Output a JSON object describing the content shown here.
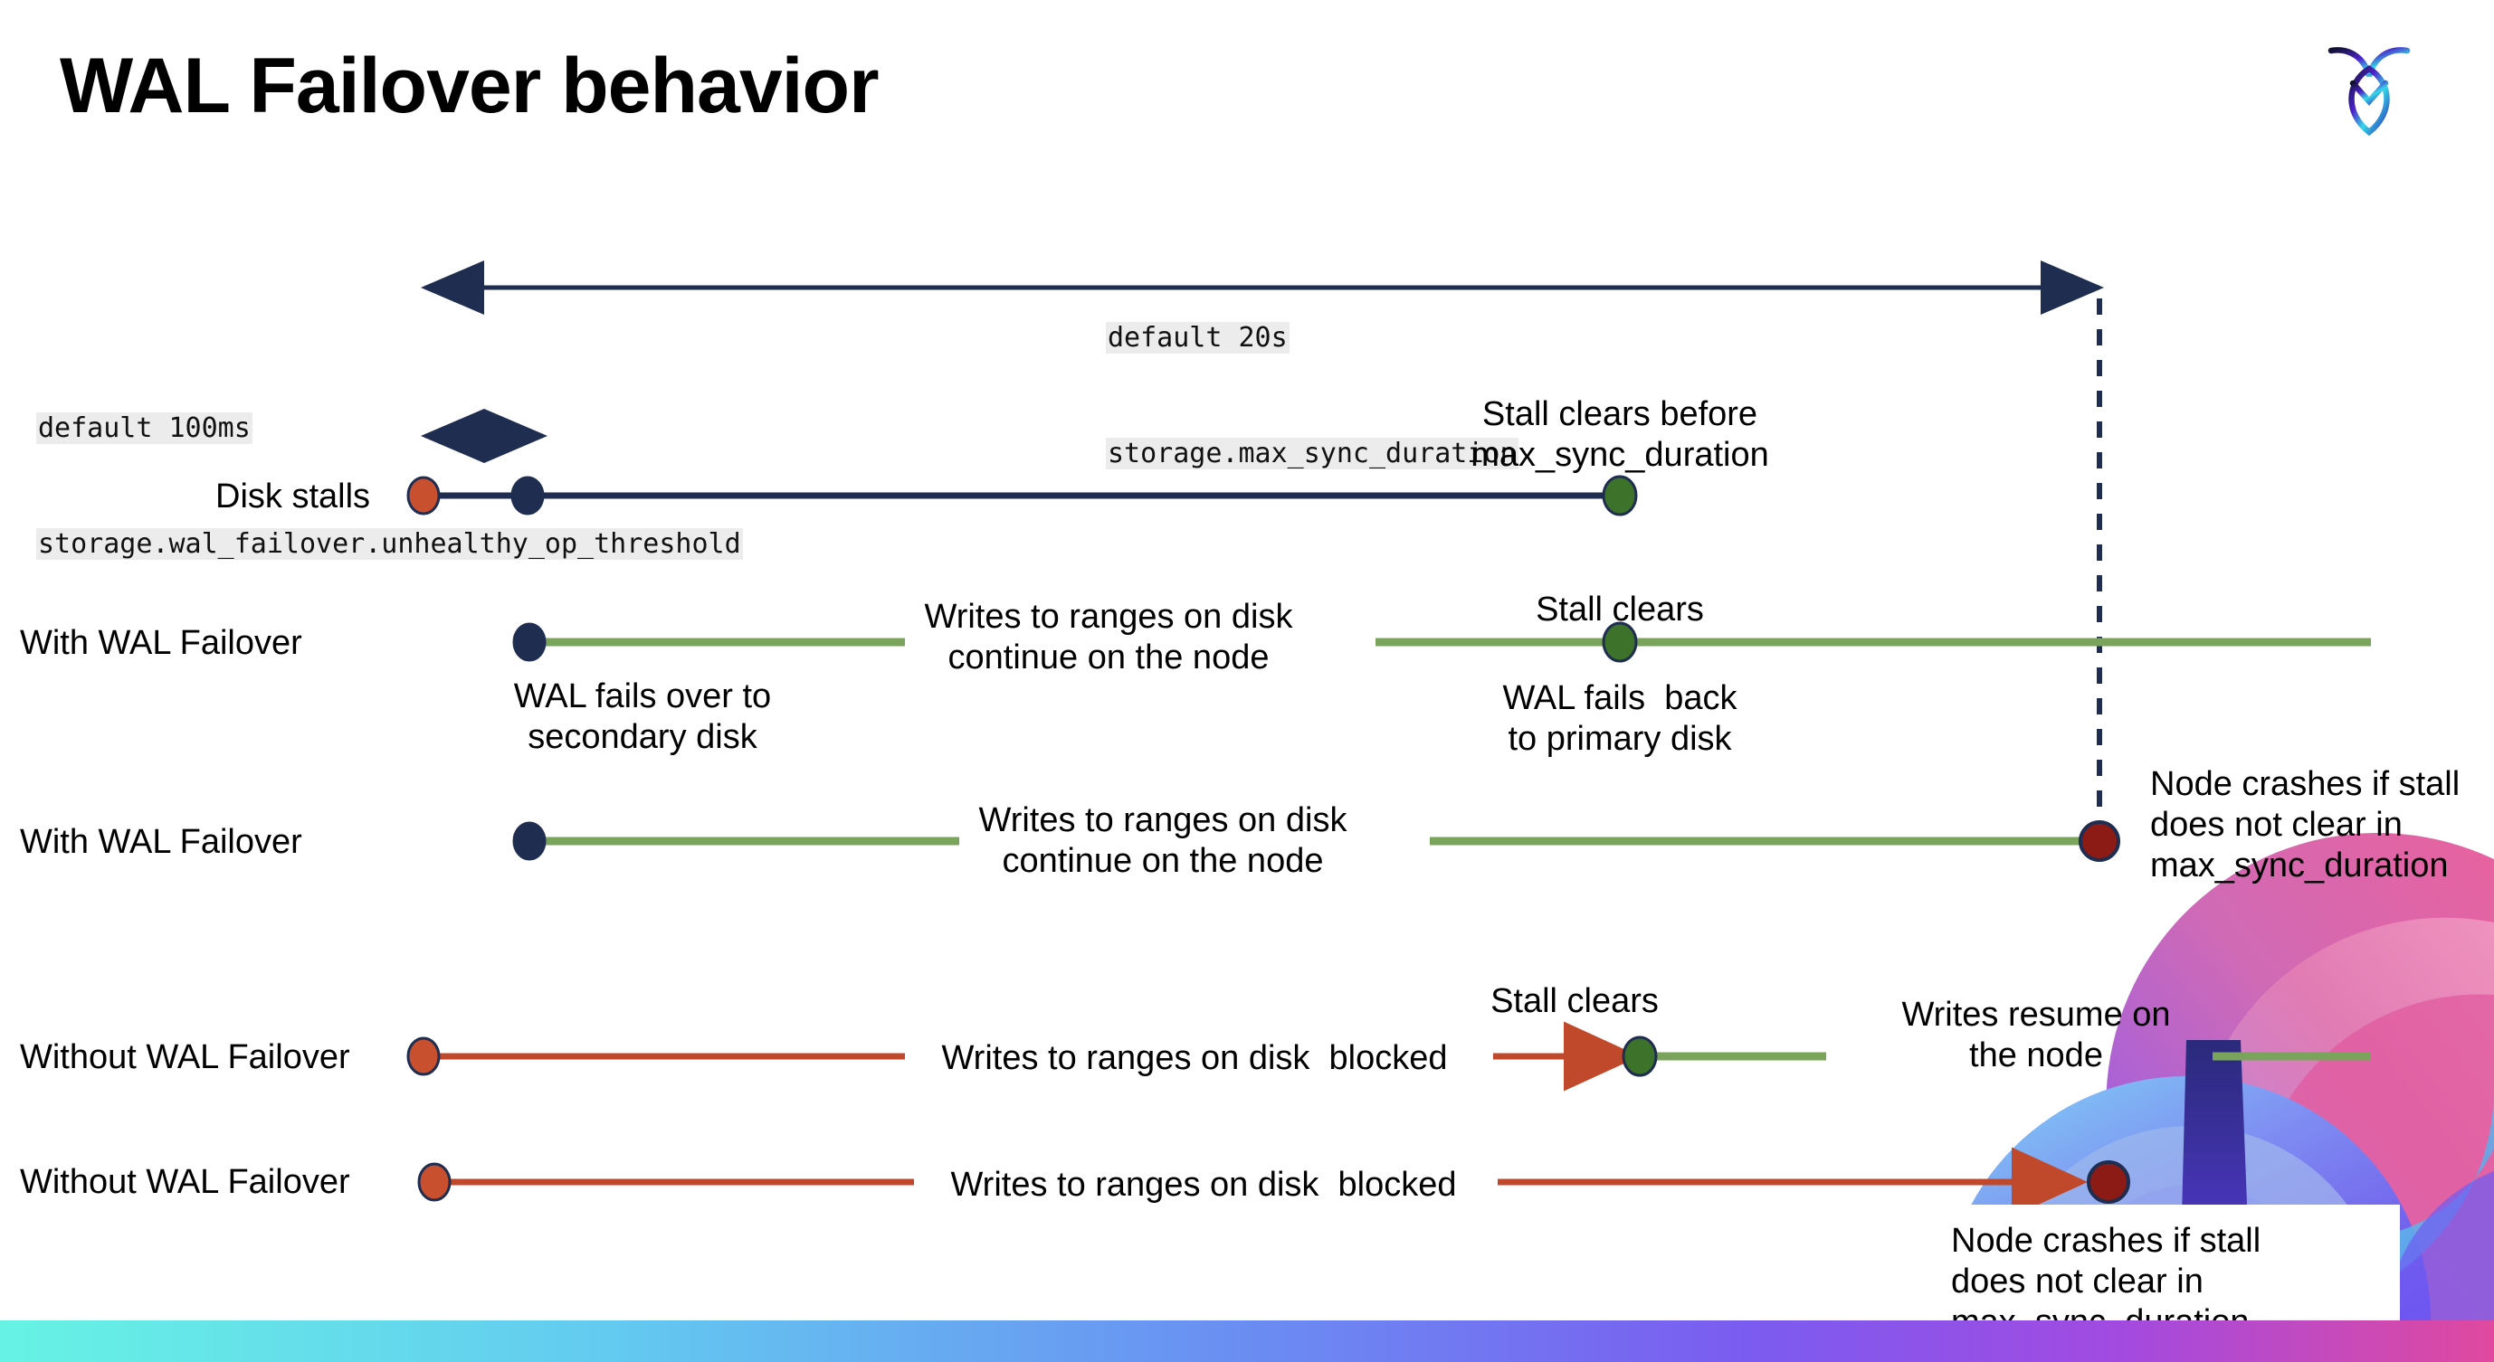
{
  "slide": {
    "title": "WAL Failover behavior",
    "logo_name": "cockroachdb-logo"
  },
  "annotations": {
    "max_sync": {
      "default_line": "default 20s",
      "setting_line": "storage.max_sync_duration"
    },
    "unhealthy_op": {
      "default_line": "default 100ms",
      "setting_line": "storage.wal_failover.unhealthy_op_threshold"
    }
  },
  "rows": [
    {
      "label": "Disk stalls",
      "note_above": "Stall clears before\nmax_sync_duration"
    },
    {
      "label": "With WAL Failover",
      "note_mid": "Writes to ranges on disk\ncontinue on the node",
      "note_above": "Stall clears",
      "note_below_left": "WAL fails over to\nsecondary disk",
      "note_below_right": "WAL fails  back\nto primary disk"
    },
    {
      "label": "With WAL Failover",
      "note_mid": "Writes to ranges on disk\ncontinue on the node",
      "note_right": "Node crashes if stall\ndoes not clear in\nmax_sync_duration"
    },
    {
      "label": "Without WAL Failover",
      "note_mid": "Writes to ranges on disk  blocked",
      "note_above": "Stall clears",
      "note_right": "Writes resume on\nthe node"
    },
    {
      "label": "Without WAL Failover",
      "note_mid": "Writes to ranges on disk  blocked",
      "note_callout": "Node crashes if stall\ndoes not clear in\nmax_sync_duration"
    }
  ],
  "colors": {
    "navy": "#1f2d50",
    "red_dot": "#c8502f",
    "dark_red_dot": "#8c1b16",
    "green_dot": "#3c7229",
    "green_line": "#7aa45c",
    "red_line": "#c0492c",
    "code_bg": "#ececec"
  }
}
